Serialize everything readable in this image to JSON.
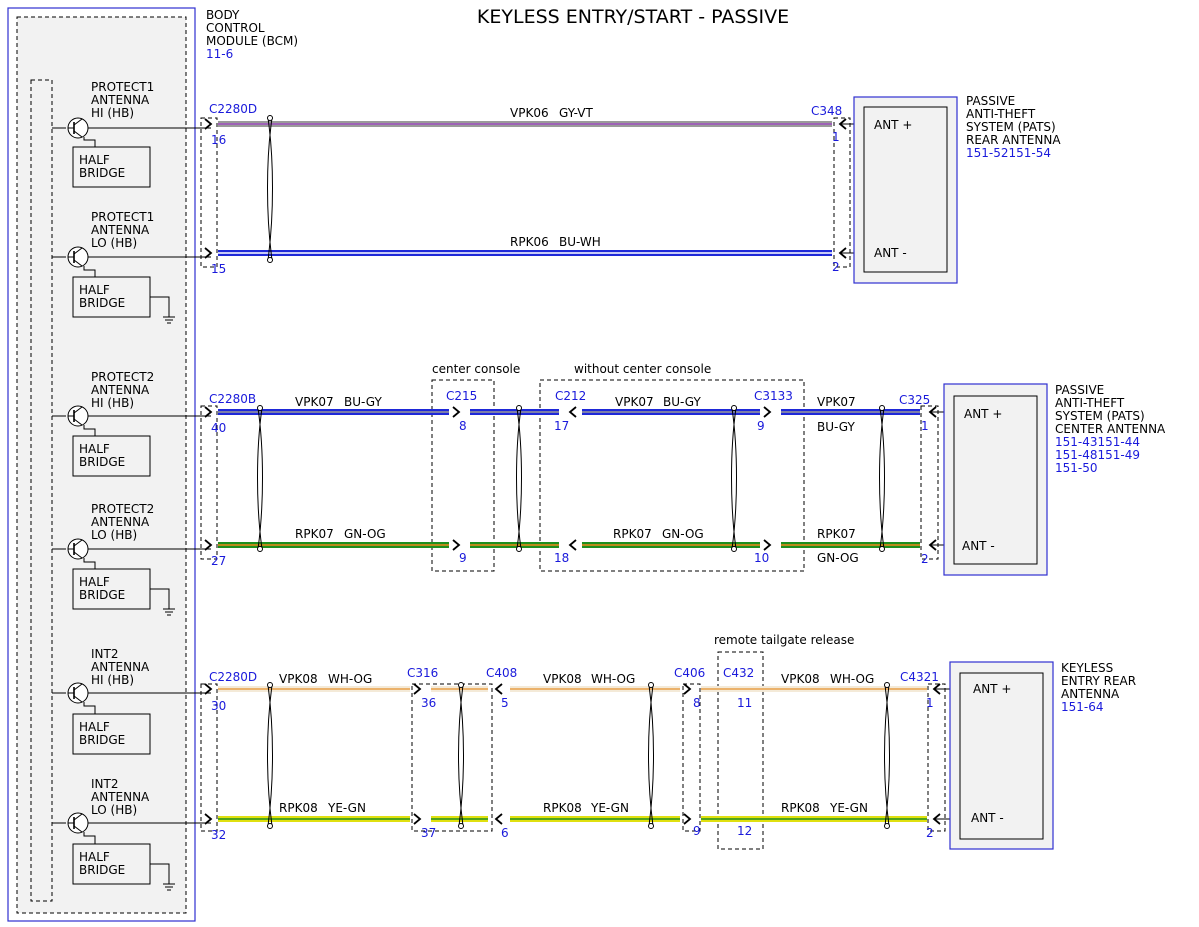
{
  "title": "KEYLESS ENTRY/START - PASSIVE",
  "bcm": {
    "name_lines": [
      "BODY",
      "CONTROL",
      "MODULE (BCM)"
    ],
    "ref": "11-6",
    "outputs": [
      {
        "lines": [
          "PROTECT1",
          "ANTENNA",
          "HI (HB)"
        ],
        "bridge": [
          "HALF",
          "BRIDGE"
        ]
      },
      {
        "lines": [
          "PROTECT1",
          "ANTENNA",
          "LO (HB)"
        ],
        "bridge": [
          "HALF",
          "BRIDGE"
        ]
      },
      {
        "lines": [
          "PROTECT2",
          "ANTENNA",
          "HI (HB)"
        ],
        "bridge": [
          "HALF",
          "BRIDGE"
        ]
      },
      {
        "lines": [
          "PROTECT2",
          "ANTENNA",
          "LO (HB)"
        ],
        "bridge": [
          "HALF",
          "BRIDGE"
        ]
      },
      {
        "lines": [
          "INT2",
          "ANTENNA",
          "HI (HB)"
        ],
        "bridge": [
          "HALF",
          "BRIDGE"
        ]
      },
      {
        "lines": [
          "INT2",
          "ANTENNA",
          "LO (HB)"
        ],
        "bridge": [
          "HALF",
          "BRIDGE"
        ]
      }
    ]
  },
  "components": {
    "rear": {
      "name_lines": [
        "PASSIVE",
        "ANTI-THEFT",
        "SYSTEM (PATS)",
        "REAR ANTENNA"
      ],
      "refs": [
        "151-52151-54"
      ],
      "pin_pos": "ANT +",
      "pin_neg": "ANT -"
    },
    "center": {
      "name_lines": [
        "PASSIVE",
        "ANTI-THEFT",
        "SYSTEM (PATS)",
        "CENTER ANTENNA"
      ],
      "refs": [
        "151-43151-44",
        "151-48151-49",
        "151-50"
      ],
      "pin_pos": "ANT +",
      "pin_neg": "ANT -"
    },
    "keyless": {
      "name_lines": [
        "KEYLESS",
        "ENTRY REAR",
        "ANTENNA"
      ],
      "refs": [
        "151-64"
      ],
      "pin_pos": "ANT +",
      "pin_neg": "ANT -"
    }
  },
  "groups": {
    "center_console": "center console",
    "without_center_console": "without center console",
    "remote_tailgate": "remote tailgate release"
  },
  "connectors": {
    "c2280d_a": {
      "name": "C2280D",
      "pins": [
        "16",
        "15"
      ]
    },
    "c348": {
      "name": "C348",
      "pins": [
        "1",
        "2"
      ]
    },
    "c2280b": {
      "name": "C2280B",
      "pins": [
        "40",
        "27"
      ]
    },
    "c215": {
      "name": "C215",
      "pins": [
        "8",
        "9"
      ]
    },
    "c212": {
      "name": "C212",
      "pins": [
        "17",
        "18"
      ]
    },
    "c3133": {
      "name": "C3133",
      "pins": [
        "9",
        "10"
      ]
    },
    "c325": {
      "name": "C325",
      "pins": [
        "1",
        "2"
      ]
    },
    "c2280d_b": {
      "name": "C2280D",
      "pins": [
        "30",
        "32"
      ]
    },
    "c316": {
      "name": "C316",
      "pins": [
        "36",
        "37"
      ]
    },
    "c408": {
      "name": "C408",
      "pins": [
        "5",
        "6"
      ]
    },
    "c406": {
      "name": "C406",
      "pins": [
        "8",
        "9"
      ]
    },
    "c432": {
      "name": "C432",
      "pins": [
        "11",
        "12"
      ]
    },
    "c4321": {
      "name": "C4321",
      "pins": [
        "1",
        "2"
      ]
    }
  },
  "wires": {
    "vpk06": {
      "circuit": "VPK06",
      "color": "GY-VT",
      "hex": [
        "#9a9a9a",
        "#a050c0"
      ]
    },
    "rpk06": {
      "circuit": "RPK06",
      "color": "BU-WH",
      "hex": [
        "#1e28d8",
        "#ffffff"
      ]
    },
    "vpk07": {
      "circuit": "VPK07",
      "color": "BU-GY",
      "hex": [
        "#1e28d8",
        "#9a9a9a"
      ]
    },
    "rpk07": {
      "circuit": "RPK07",
      "color": "GN-OG",
      "hex": [
        "#1f8f1f",
        "#ee8a18"
      ]
    },
    "vpk08": {
      "circuit": "VPK08",
      "color": "WH-OG",
      "hex": [
        "#ffffff",
        "#e8a048"
      ]
    },
    "rpk08": {
      "circuit": "RPK08",
      "color": "YE-GN",
      "hex": [
        "#e0e010",
        "#1f8f1f"
      ]
    }
  }
}
